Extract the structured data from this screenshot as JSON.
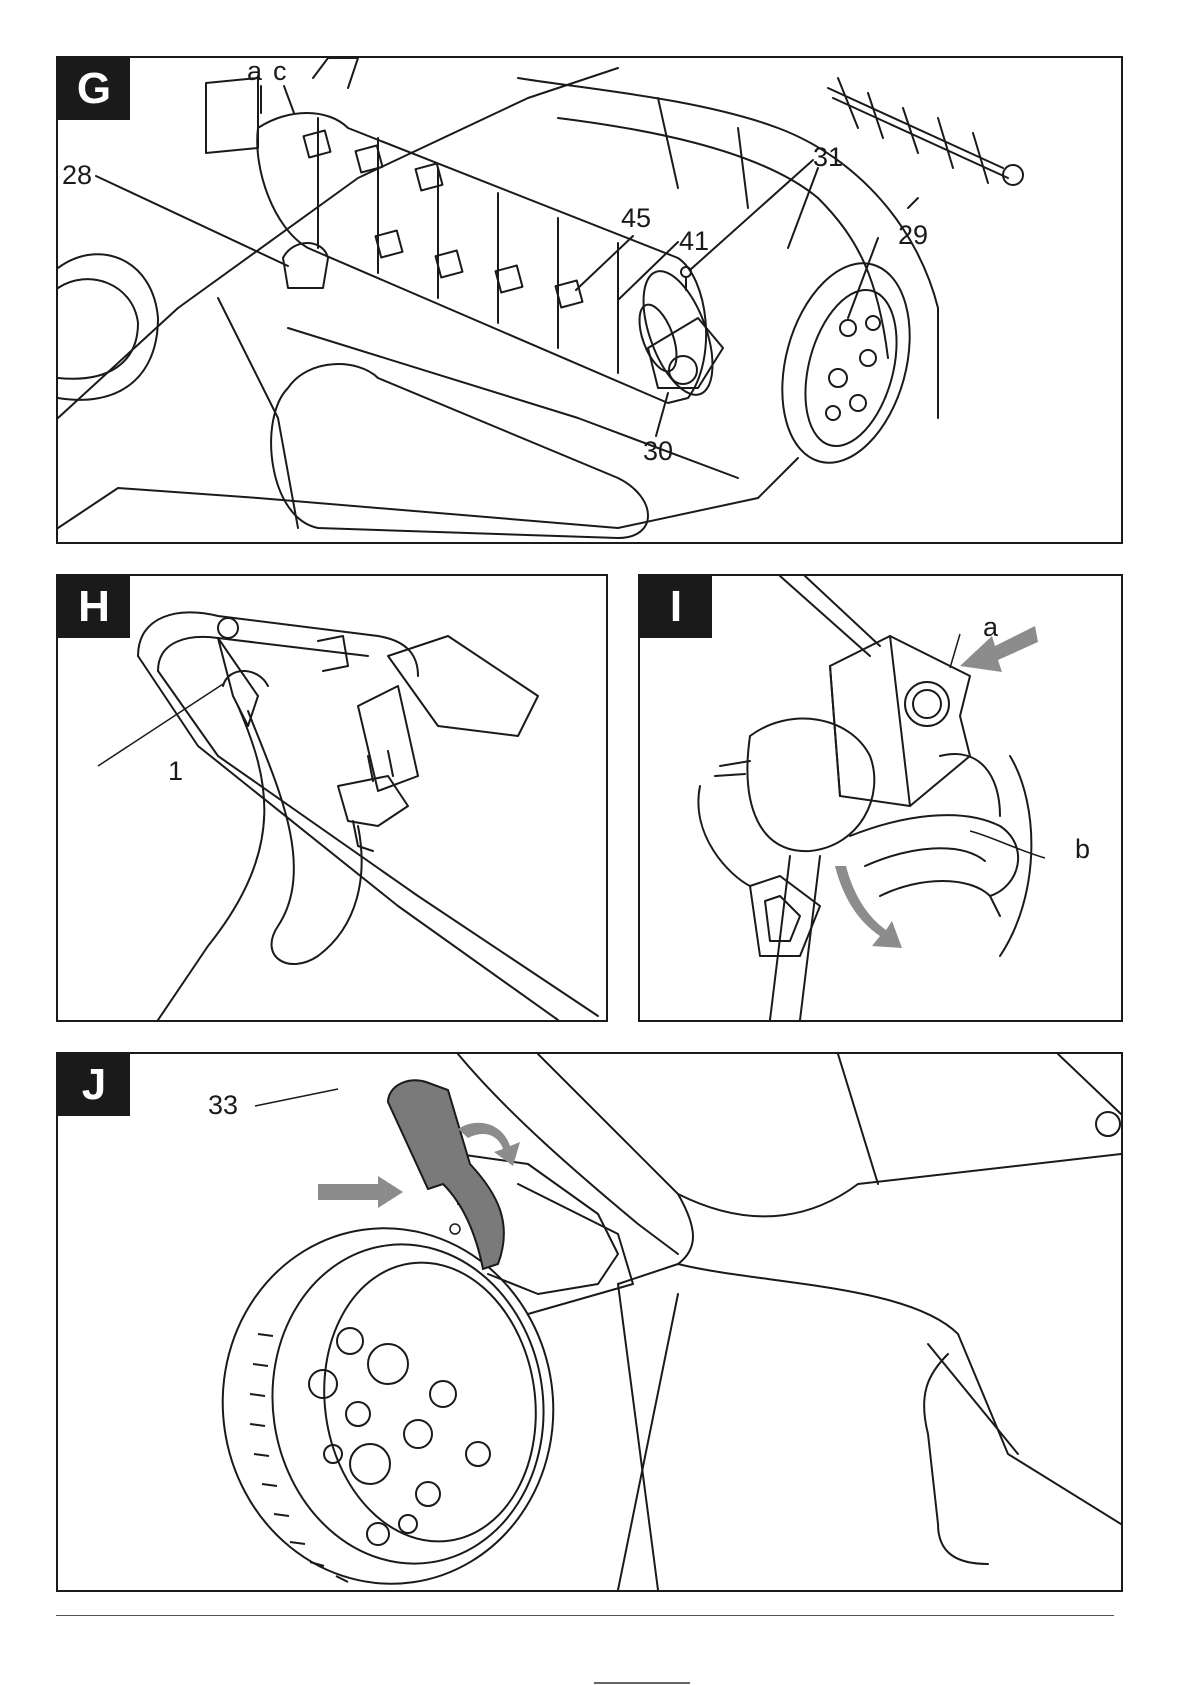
{
  "panels": {
    "g": {
      "tag": "G",
      "labels": {
        "a": "a",
        "c": "c",
        "n28": "28",
        "n31": "31",
        "n45": "45",
        "n41": "41",
        "n29": "29",
        "n30": "30"
      }
    },
    "h": {
      "tag": "H",
      "labels": {
        "n1": "1"
      }
    },
    "i": {
      "tag": "I",
      "labels": {
        "a": "a",
        "b": "b"
      }
    },
    "j": {
      "tag": "J",
      "labels": {
        "n33": "33"
      }
    }
  },
  "colors": {
    "line": "#1a1a1a",
    "fill": "#ffffff",
    "arrow": "#8c8c8c",
    "lever": "#7a7a7a"
  }
}
